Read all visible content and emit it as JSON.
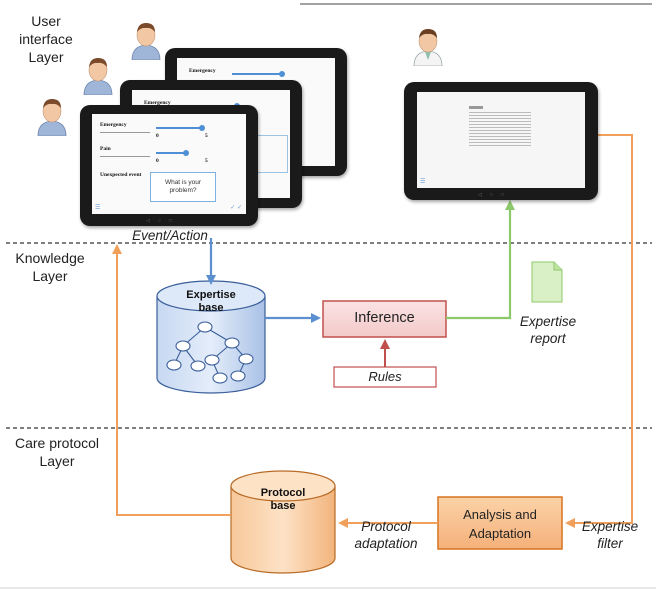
{
  "layers": {
    "user_interface": "User interface Layer",
    "knowledge": "Knowledge Layer",
    "care_protocol": "Care protocol Layer"
  },
  "tablet_form": {
    "emergency_label": "Emergency",
    "pain_label": "Pain",
    "unexpected_label": "Unexpected event",
    "scale_min": "0",
    "scale_max": "5",
    "problem_prompt": "What is your problem?"
  },
  "edges": {
    "event_action": "Event/Action",
    "expertise_report": "Expertise report",
    "expertise_filter": "Expertise filter",
    "protocol_adaptation": "Protocol adaptation"
  },
  "nodes": {
    "expertise_base": "Expertise base",
    "inference": "Inference",
    "rules": "Rules",
    "protocol_base": "Protocol base",
    "analysis": "Analysis and Adaptation"
  },
  "colors": {
    "blue_arrow": "#5b8fd0",
    "green_arrow": "#8cc96a",
    "red_arrow": "#c0504d",
    "orange_arrow": "#f0a05a"
  }
}
